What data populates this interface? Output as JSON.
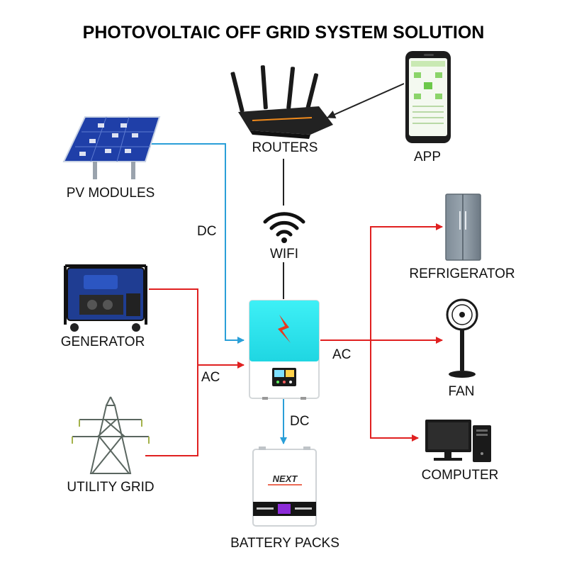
{
  "title": "PHOTOVOLTAIC OFF GRID SYSTEM SOLUTION",
  "nodes": {
    "pv": "PV MODULES",
    "routers": "ROUTERS",
    "app": "APP",
    "wifi": "WIFI",
    "generator": "GENERATOR",
    "utility": "UTILITY GRID",
    "refrigerator": "REFRIGERATOR",
    "fan": "FAN",
    "computer": "COMPUTER",
    "battery": "BATTERY PACKS",
    "battery_brand": "NEXT"
  },
  "edge_labels": {
    "pv_dc": "DC",
    "grid_ac": "AC",
    "load_ac": "AC",
    "battery_dc": "DC"
  },
  "colors": {
    "dc_line": "#2a9fd8",
    "ac_line": "#e02020",
    "data_line": "#222222",
    "inverter_top": "#2ee6ee",
    "inverter_logo": "#e63a1e"
  },
  "icons": [
    "solar-panel-icon",
    "router-icon",
    "smartphone-icon",
    "wifi-icon",
    "generator-icon",
    "pylon-icon",
    "refrigerator-icon",
    "fan-icon",
    "computer-icon",
    "inverter-icon",
    "battery-icon"
  ]
}
